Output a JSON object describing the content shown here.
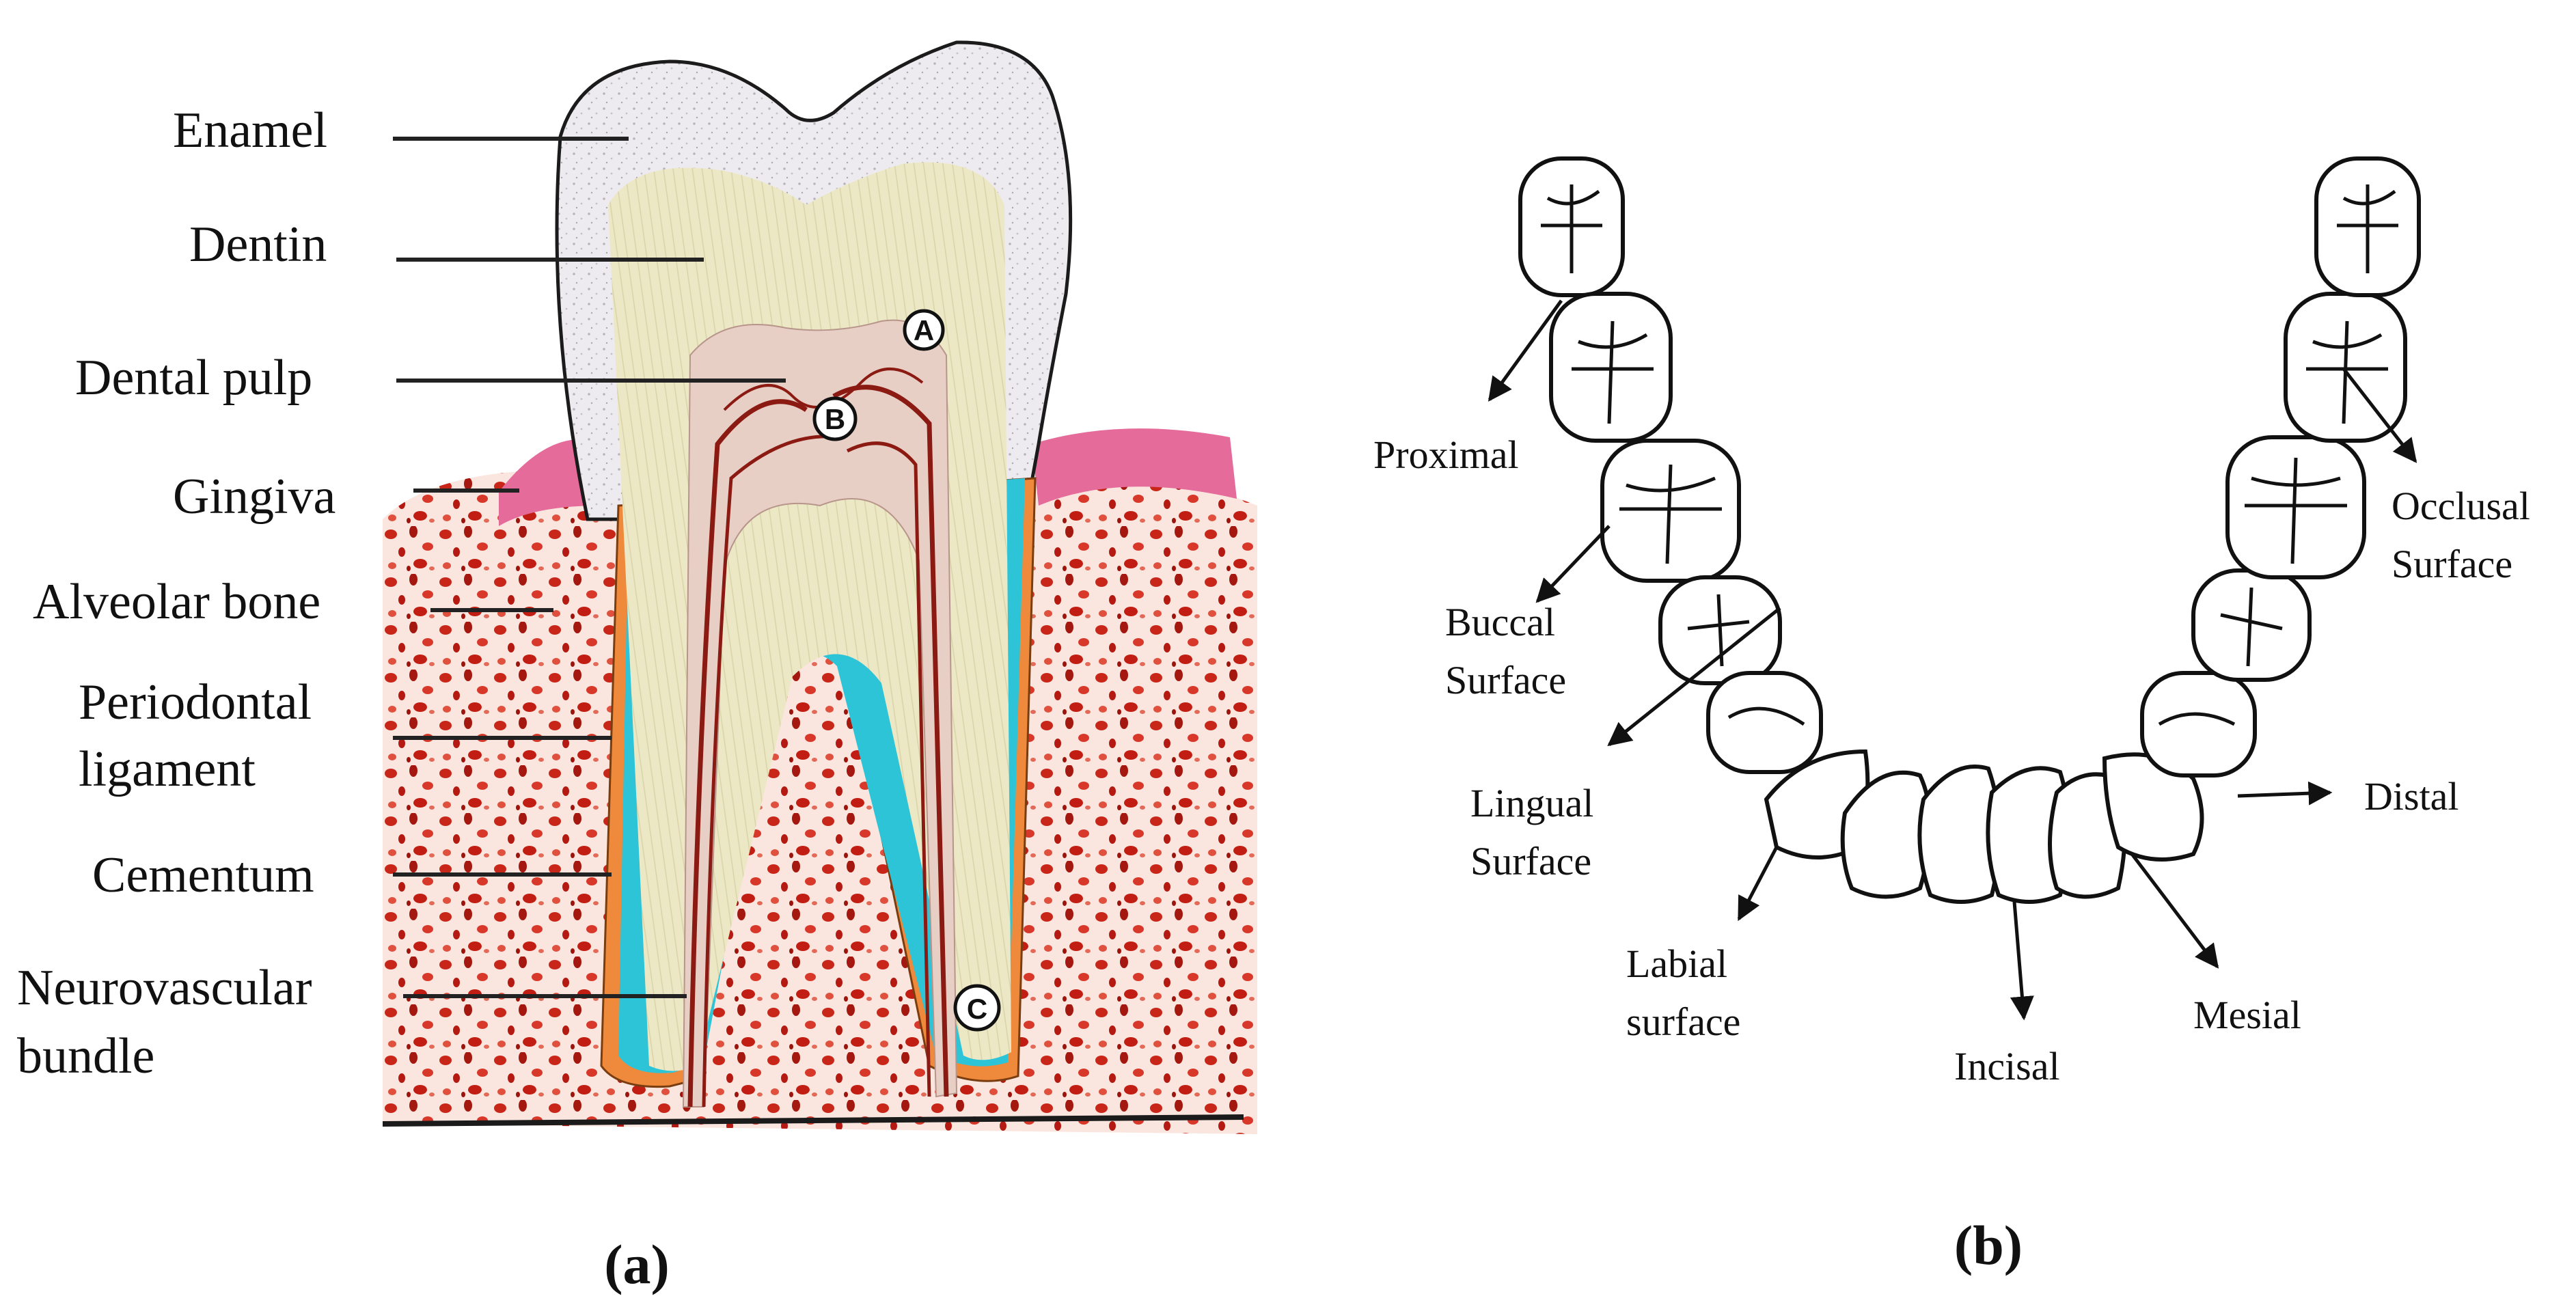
{
  "panel_a": {
    "caption": "(a)",
    "labels": {
      "enamel": "Enamel",
      "dentin": "Dentin",
      "dental_pulp": "Dental pulp",
      "gingiva": "Gingiva",
      "alveolar_bone": "Alveolar bone",
      "periodontal_1": "Periodontal",
      "periodontal_2": "ligament",
      "cementum": "Cementum",
      "neurovascular_1": "Neurovascular",
      "neurovascular_2": "bundle"
    },
    "markers": {
      "a": "A",
      "b": "B",
      "c": "C"
    },
    "colors": {
      "enamel": "#ece9ee",
      "dentin": "#ece8c4",
      "pulp": "#e7cfc6",
      "vessels": "#8b1a12",
      "gingiva": "#e56b9a",
      "bone": "#fbe6df",
      "bone_pores": "#c21d12",
      "ligament": "#2cc4d6",
      "cementum": "#ef8a3c"
    }
  },
  "panel_b": {
    "caption": "(b)",
    "labels": {
      "proximal": "Proximal",
      "buccal_1": "Buccal",
      "buccal_2": "Surface",
      "lingual_1": "Lingual",
      "lingual_2": "Surface",
      "labial_1": "Labial",
      "labial_2": "surface",
      "incisal": "Incisal",
      "mesial": "Mesial",
      "distal": "Distal",
      "occlusal_1": "Occlusal",
      "occlusal_2": "Surface"
    }
  }
}
